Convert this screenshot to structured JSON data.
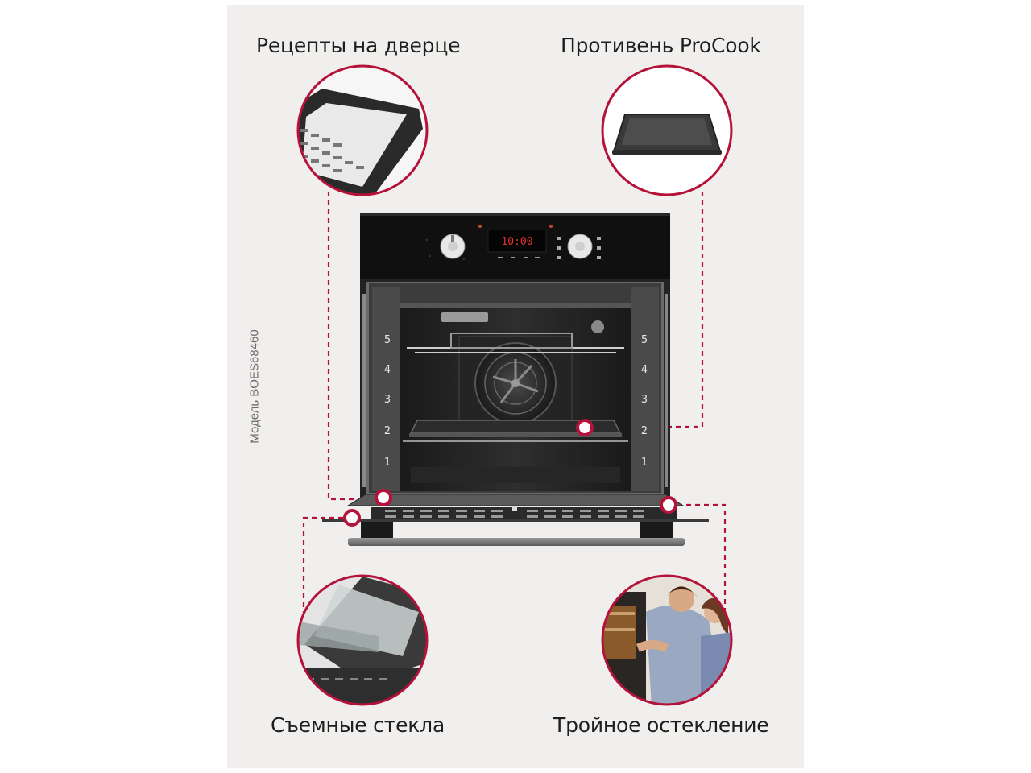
{
  "features": {
    "recipes_on_door": "Рецепты на дверце",
    "procook_tray": "Противень ProCook",
    "removable_glass": "Съемные стекла",
    "triple_glazing": "Тройное остекление"
  },
  "model_label": "Модель BOES68460",
  "oven_display": {
    "time": "10:00"
  },
  "rack_levels": [
    "5",
    "4",
    "3",
    "2",
    "1"
  ],
  "colors": {
    "accent": "#b5123a",
    "panel_bg": "#f0efee",
    "oven_black": "#111111"
  }
}
